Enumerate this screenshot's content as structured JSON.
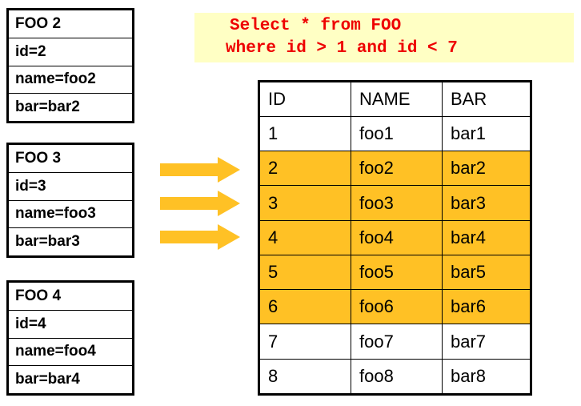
{
  "colors": {
    "highlight_row": "#FFC125",
    "arrow": "#FFC125",
    "query_background": "#FFFFC4",
    "query_text": "#EE0000",
    "border": "#000000"
  },
  "record_boxes": [
    {
      "title": "FOO 2",
      "fields": [
        "id=2",
        "name=foo2",
        "bar=bar2"
      ]
    },
    {
      "title": "FOO 3",
      "fields": [
        "id=3",
        "name=foo3",
        "bar=bar3"
      ]
    },
    {
      "title": "FOO 4",
      "fields": [
        "id=4",
        "name=foo4",
        "bar=bar4"
      ]
    }
  ],
  "query": {
    "lines": [
      "Select * from FOO",
      "where id > 1 and id < 7"
    ]
  },
  "table": {
    "headers": [
      "ID",
      "NAME",
      "BAR"
    ],
    "rows": [
      {
        "id": "1",
        "name": "foo1",
        "bar": "bar1",
        "highlighted": false
      },
      {
        "id": "2",
        "name": "foo2",
        "bar": "bar2",
        "highlighted": true
      },
      {
        "id": "3",
        "name": "foo3",
        "bar": "bar3",
        "highlighted": true
      },
      {
        "id": "4",
        "name": "foo4",
        "bar": "bar4",
        "highlighted": true
      },
      {
        "id": "5",
        "name": "foo5",
        "bar": "bar5",
        "highlighted": true
      },
      {
        "id": "6",
        "name": "foo6",
        "bar": "bar6",
        "highlighted": true
      },
      {
        "id": "7",
        "name": "foo7",
        "bar": "bar7",
        "highlighted": false
      },
      {
        "id": "8",
        "name": "foo8",
        "bar": "bar8",
        "highlighted": false
      }
    ]
  }
}
